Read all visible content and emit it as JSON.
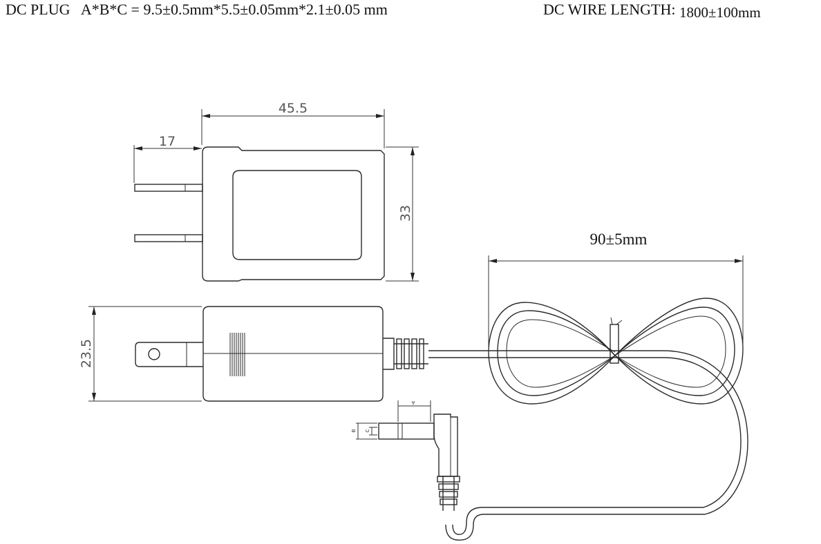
{
  "header": {
    "dc_plug_label": "DC PLUG",
    "dc_plug_formula": "A*B*C = 9.5±0.5mm*5.5±0.05mm*2.1±0.05 mm",
    "wire_label": "DC  WIRE LENGTH:",
    "wire_value": "1800±100mm"
  },
  "dimensions": {
    "body_width": "45.5",
    "prong_length": "17",
    "body_height": "33",
    "body_thickness": "23.5",
    "coil_width": "90±5mm"
  },
  "plug_labels": {
    "a": "A",
    "b": "B",
    "c": "C"
  }
}
